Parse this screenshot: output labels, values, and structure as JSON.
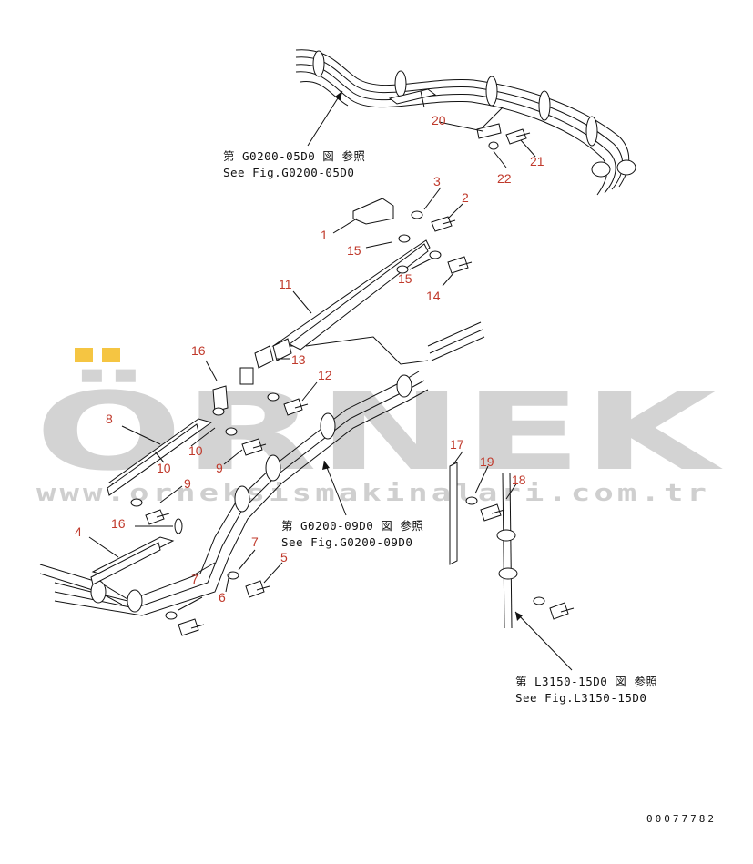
{
  "watermark": {
    "brand": "ÖRNEK",
    "url": "www.orneksismakinalari.com.tr"
  },
  "references": [
    {
      "jp": "第 G0200-05D0 図 参照",
      "en": "See Fig.G0200-05D0"
    },
    {
      "jp": "第 G0200-09D0 図 参照",
      "en": "See Fig.G0200-09D0"
    },
    {
      "jp": "第 L3150-15D0 図 参照",
      "en": "See Fig.L3150-15D0"
    }
  ],
  "callouts": [
    "1",
    "2",
    "3",
    "4",
    "5",
    "6",
    "7",
    "8",
    "9",
    "9",
    "10",
    "10",
    "11",
    "12",
    "13",
    "14",
    "15",
    "15",
    "16",
    "16",
    "17",
    "18",
    "19",
    "20",
    "21",
    "22"
  ],
  "doc_number": "00077782",
  "colors": {
    "callout": "#c0392b",
    "watermark": "#d3d3d3",
    "watermark_accent": "#f5c542"
  }
}
